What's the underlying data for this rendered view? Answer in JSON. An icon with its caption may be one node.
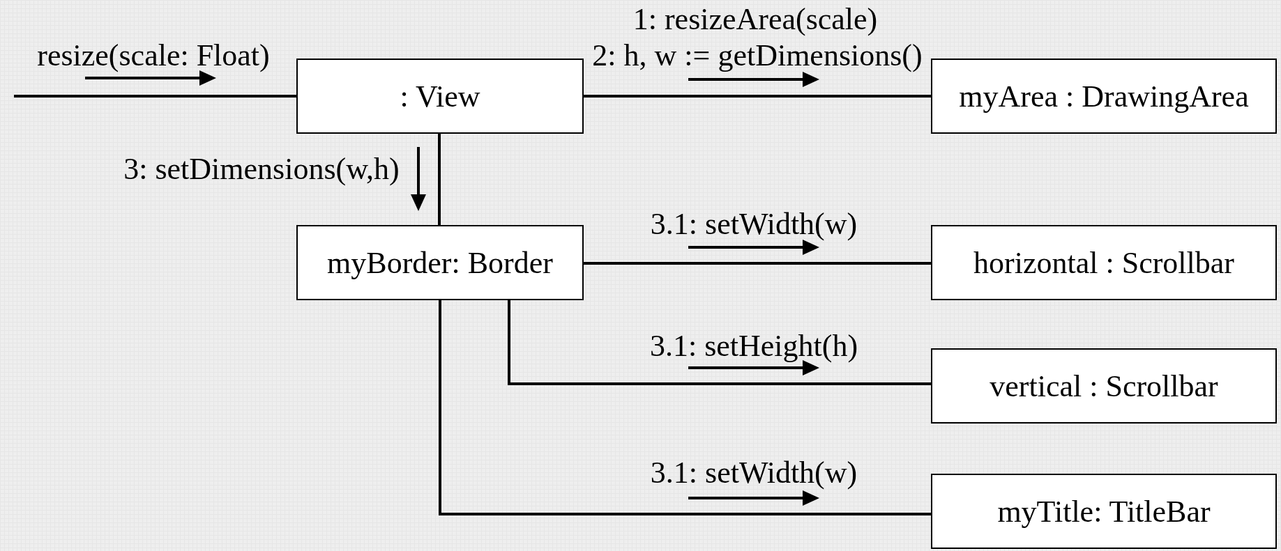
{
  "diagram": {
    "nodes": [
      {
        "text": [
          ": View"
        ]
      },
      {
        "text": [
          "myArea : DrawingArea"
        ]
      },
      {
        "text": [
          "myBorder: Border"
        ]
      },
      {
        "text": [
          "horizontal : Scrollbar"
        ]
      },
      {
        "text": [
          "vertical : Scrollbar"
        ]
      },
      {
        "text": [
          "myTitle: TitleBar"
        ]
      }
    ],
    "edges": [
      {
        "from": null,
        "to": 0,
        "arrow": "none"
      },
      {
        "from": 0,
        "to": 1,
        "arrow": "none"
      },
      {
        "from": 0,
        "to": 2,
        "arrow": "none"
      },
      {
        "from": 2,
        "to": 3,
        "arrow": "none"
      },
      {
        "from": 2,
        "to": 4,
        "arrow": "none"
      },
      {
        "from": 2,
        "to": 5,
        "arrow": "none"
      }
    ],
    "labels": [
      "resize(scale: Float)",
      "1: resizeArea(scale)",
      "2: h, w := getDimensions()",
      "3: setDimensions(w,h)",
      "3.1: setWidth(w)",
      "3.1: setHeight(h)",
      "3.1: setWidth(w)"
    ]
  }
}
